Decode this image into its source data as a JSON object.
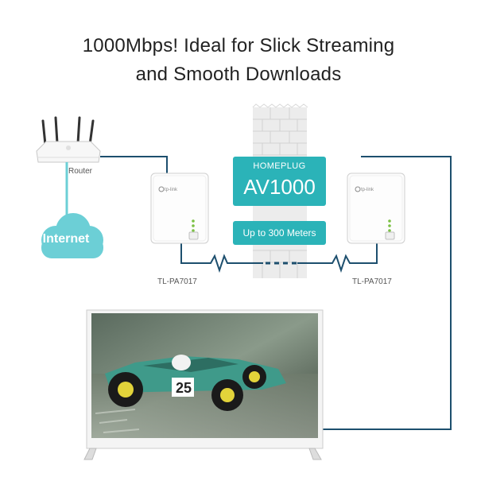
{
  "headline": {
    "line1": "1000Mbps! Ideal for Slick Streaming",
    "line2": "and Smooth Downloads"
  },
  "router": {
    "label": "Router",
    "icon": "router-icon"
  },
  "internet": {
    "label": "Internet",
    "icon": "cloud-icon"
  },
  "badge": {
    "line1": "HOMEPLUG",
    "line2": "AV1000",
    "range": "Up to 300 Meters"
  },
  "adapters": {
    "left": {
      "label": "TL-PA7017",
      "icon": "powerline-adapter-icon",
      "brand": "tp-link"
    },
    "right": {
      "label": "TL-PA7017",
      "icon": "powerline-adapter-icon",
      "brand": "tp-link"
    }
  },
  "tv": {
    "icon": "television-icon",
    "screen_content": "race car",
    "car_number": "25"
  },
  "colors": {
    "teal": "#2bb3b8",
    "cloud": "#6ccfd6",
    "wire": "#1d4f6e",
    "wall": "#e6e6e6"
  }
}
